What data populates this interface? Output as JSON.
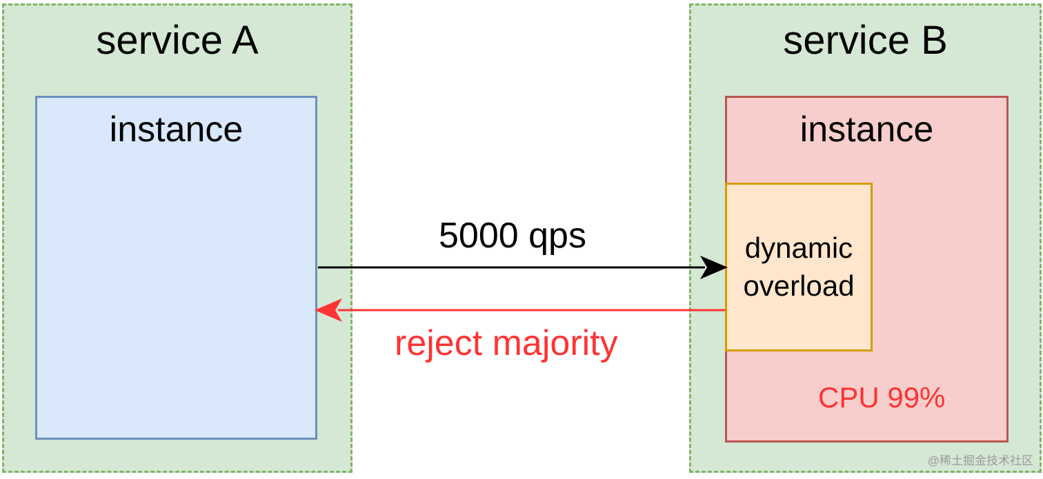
{
  "services": {
    "a": {
      "title": "service A",
      "instance_title": "instance"
    },
    "b": {
      "title": "service B",
      "instance_title": "instance"
    }
  },
  "overload": {
    "label": "dynamic\noverload"
  },
  "cpu": {
    "label": "CPU 99%"
  },
  "arrows": {
    "request_label": "5000 qps",
    "response_label": "reject majority"
  },
  "watermark": "@稀土掘金技术社区",
  "colors": {
    "service_fill": "#d5e8d4",
    "service_border": "#82b366",
    "instance_a_fill": "#dae8fc",
    "instance_a_border": "#6c8ebf",
    "instance_b_fill": "#f8cecc",
    "instance_b_border": "#b85450",
    "overload_fill": "#ffe6cc",
    "overload_border": "#d79b00",
    "request_arrow": "#000000",
    "reject_arrow": "#ff3333"
  }
}
